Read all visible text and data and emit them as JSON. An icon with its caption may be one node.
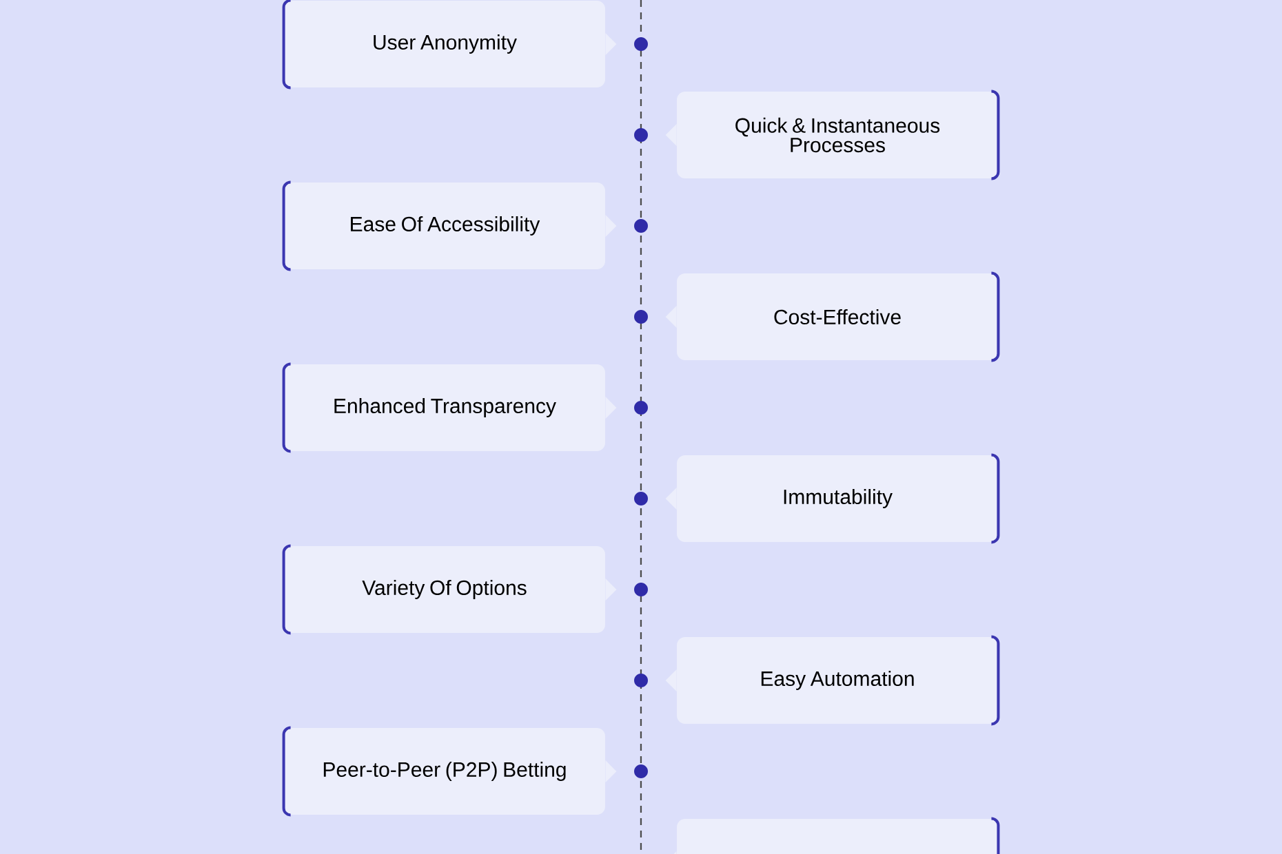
{
  "diagram": {
    "nodes": [
      {
        "text": [
          "User Anonymity"
        ]
      },
      {
        "text": [
          "Quick & Instantaneous Processes"
        ]
      },
      {
        "text": [
          "Ease Of Accessibility"
        ]
      },
      {
        "text": [
          "Cost-Effective"
        ]
      },
      {
        "text": [
          "Enhanced Transparency"
        ]
      },
      {
        "text": [
          "Immutability"
        ]
      },
      {
        "text": [
          "Variety Of Options"
        ]
      },
      {
        "text": [
          "Easy Automation"
        ]
      },
      {
        "text": [
          "Peer-to-Peer (P2P) Betting"
        ]
      },
      {
        "text": [],
        "shape": "box"
      }
    ]
  }
}
